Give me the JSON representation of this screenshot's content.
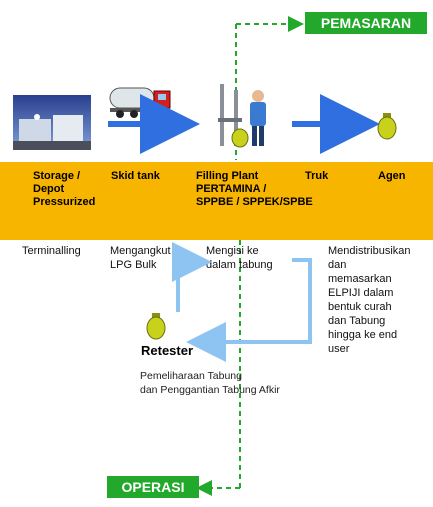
{
  "labels": {
    "pemasaran": "PEMASARAN",
    "operasi": "OPERASI",
    "retester": "Retester",
    "retester_desc": "Pemeliharaan Tabung\ndan Penggantian Tabung Afkir"
  },
  "stages": [
    {
      "name": "Storage /\nDepot\nPressurized",
      "desc": "Terminalling"
    },
    {
      "name": "Skid tank",
      "desc": "Mengangkut\nLPG Bulk"
    },
    {
      "name": "Filling Plant\nPERTAMINA /\nSPPBE / SPPEK/SPBE",
      "desc": "Mengisi ke\ndalam tabung"
    },
    {
      "name": "Truk",
      "desc": ""
    },
    {
      "name": "Agen",
      "desc": "Mendistribusikan\ndan\nmemasarkan\nELPIJI dalam\nbentuk curah\ndan Tabung\nhingga ke end\nuser"
    }
  ],
  "colors": {
    "band": "#f7b500",
    "arrow_blue": "#2f6fe0",
    "loop_blue": "#8ec4f2",
    "green": "#22a82a",
    "cylinder": "#c8d21a"
  },
  "icons": [
    "storage-depot-photo",
    "skid-tank-truck-icon",
    "filling-plant-worker-icon",
    "lpg-cylinder-icon"
  ]
}
